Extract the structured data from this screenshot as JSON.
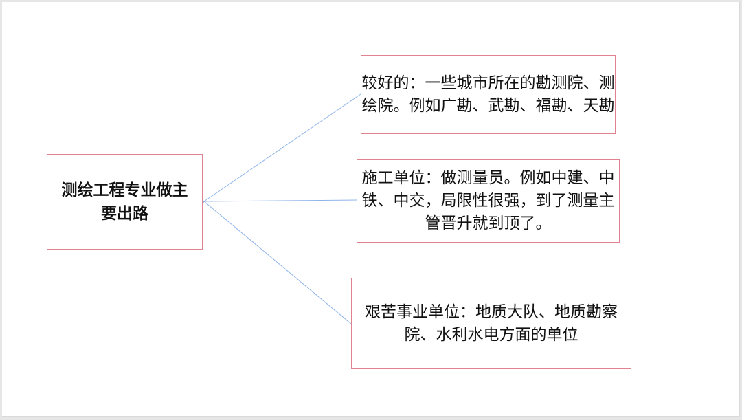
{
  "diagram": {
    "type": "mind-map",
    "colors": {
      "box_border": "#e0828f",
      "connector": "#8fb4ea",
      "text": "#111111",
      "background": "#ffffff"
    },
    "root": {
      "label": "测绘工程专业做主要出路"
    },
    "branches": [
      {
        "label": "较好的：一些城市所在的勘测院、测绘院。例如广勘、武勘、福勘、天勘"
      },
      {
        "label": "施工单位：做测量员。例如中建、中铁、中交，局限性很强，到了测量主管晋升就到顶了。"
      },
      {
        "label": "艰苦事业单位：地质大队、地质勘察院、水利水电方面的单位"
      }
    ]
  }
}
